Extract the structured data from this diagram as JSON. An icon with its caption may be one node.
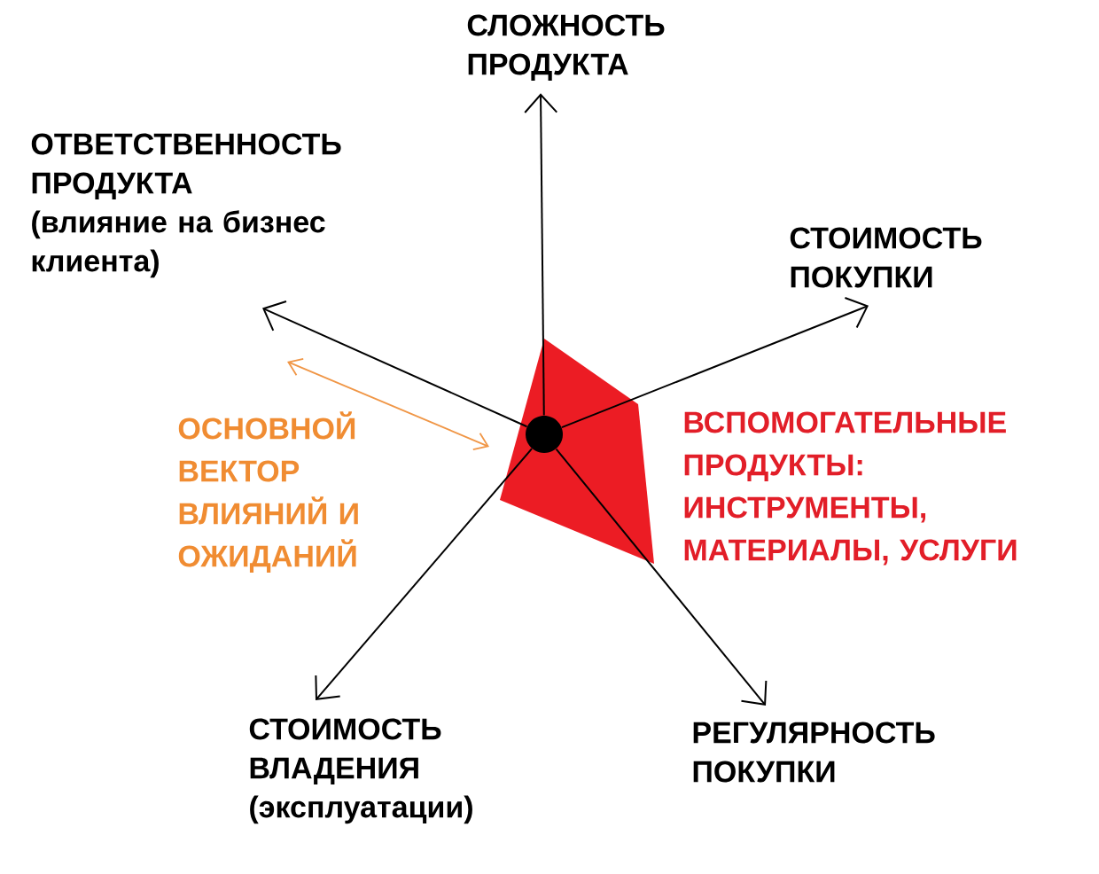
{
  "diagram": {
    "nodes": [
      {
        "text": [],
        "shape": "circle"
      },
      {
        "text": [
          "СЛОЖНОСТЬ ПРОДУКТА"
        ]
      },
      {
        "text": [
          "ОТВЕТСТВЕННОСТЬ ПРОДУКТА",
          "(влияние на бизнес клиента)"
        ]
      },
      {
        "text": [
          "СТОИМОСТЬ ПОКУПКИ"
        ]
      },
      {
        "text": [
          "РЕГУЛЯРНОСТЬ ПОКУПКИ"
        ]
      },
      {
        "text": [
          "СТОИМОСТЬ ВЛАДЕНИЯ",
          "(эксплуатации)"
        ]
      }
    ],
    "edges": [
      {
        "from": 0,
        "to": 1,
        "arrow": "to"
      },
      {
        "from": 0,
        "to": 2,
        "arrow": "to"
      },
      {
        "from": 0,
        "to": 3,
        "arrow": "to"
      },
      {
        "from": 0,
        "to": 4,
        "arrow": "to"
      },
      {
        "from": 0,
        "to": 5,
        "arrow": "to"
      }
    ],
    "labels": [
      "ОСНОВНОЙ ВЕКТОР ВЛИЯНИЙ И ОЖИДАНИЙ",
      "ВСПОМОГАТЕЛЬНЫЕ ПРОДУКТЫ: ИНСТРУМЕНТЫ, МАТЕРИАЛЫ, УСЛУГИ"
    ]
  }
}
